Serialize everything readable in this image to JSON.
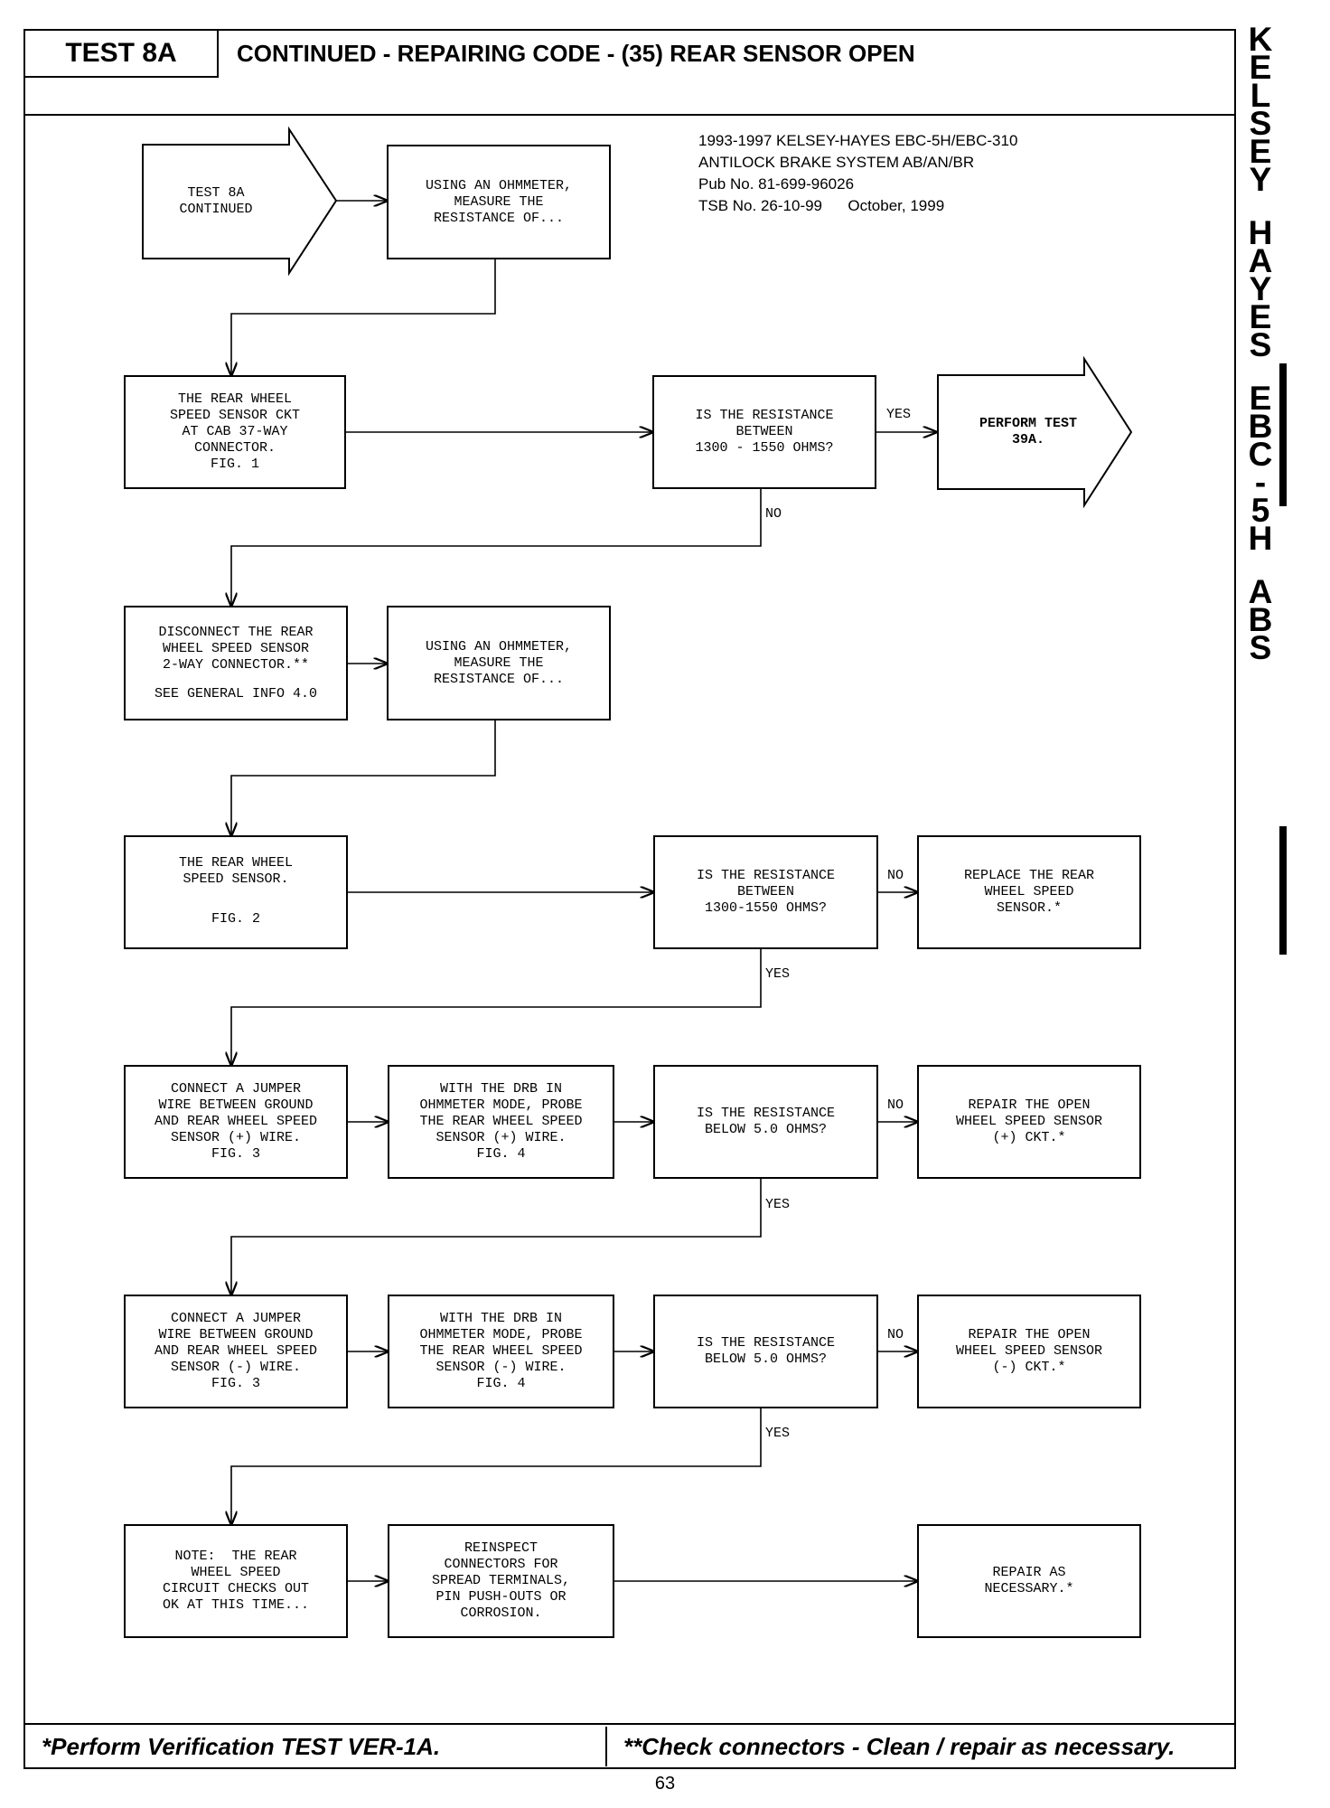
{
  "header": {
    "test_label": "TEST 8A",
    "title": "CONTINUED - REPAIRING CODE - (35) REAR SENSOR OPEN"
  },
  "pub_info": {
    "line1": "1993-1997 KELSEY-HAYES EBC-5H/EBC-310",
    "line2": "ANTILOCK BRAKE SYSTEM AB/AN/BR",
    "line3": "Pub No. 81-699-96026",
    "line4": "TSB No. 26-10-99      October, 1999"
  },
  "sidebar_letters": [
    "K",
    "E",
    "L",
    "S",
    "E",
    "Y",
    "",
    "H",
    "A",
    "Y",
    "E",
    "S",
    "",
    "E",
    "B",
    "C",
    "-",
    "5",
    "H",
    "",
    "A",
    "B",
    "S"
  ],
  "flow": {
    "start": "TEST 8A\nCONTINUED",
    "measure1": "USING AN OHMMETER,\nMEASURE THE\nRESISTANCE OF...",
    "ckt_box": "THE REAR WHEEL\nSPEED SENSOR CKT\nAT CAB 37-WAY\nCONNECTOR.\nFIG. 1",
    "question1": "IS THE RESISTANCE\nBETWEEN\n1300 - 1550 OHMS?",
    "yes1": "YES",
    "perform": "PERFORM TEST\n39A.",
    "no1": "NO",
    "disconnect": "DISCONNECT THE REAR\nWHEEL SPEED SENSOR\n2-WAY CONNECTOR.**",
    "disconnect_sub": "SEE GENERAL INFO 4.0",
    "measure2": "USING AN OHMMETER,\nMEASURE THE\nRESISTANCE OF...",
    "sensor_box": "THE REAR WHEEL\nSPEED SENSOR.",
    "sensor_fig": "FIG. 2",
    "question2": "IS THE RESISTANCE\nBETWEEN\n1300-1550 OHMS?",
    "no2": "NO",
    "replace": "REPLACE THE REAR\nWHEEL SPEED\nSENSOR.*",
    "yes2": "YES",
    "jumper_pos": "CONNECT A JUMPER\nWIRE BETWEEN GROUND\nAND REAR WHEEL SPEED\nSENSOR (+) WIRE.\nFIG. 3",
    "drb_pos": "WITH THE DRB IN\nOHMMETER MODE, PROBE\nTHE REAR WHEEL SPEED\nSENSOR (+) WIRE.\nFIG. 4",
    "question3": "IS THE RESISTANCE\nBELOW 5.0 OHMS?",
    "no3": "NO",
    "repair_pos": "REPAIR THE OPEN\nWHEEL SPEED SENSOR\n(+) CKT.*",
    "yes3": "YES",
    "jumper_neg": "CONNECT A JUMPER\nWIRE BETWEEN GROUND\nAND REAR WHEEL SPEED\nSENSOR (-) WIRE.\nFIG. 3",
    "drb_neg": "WITH THE DRB IN\nOHMMETER MODE, PROBE\nTHE REAR WHEEL SPEED\nSENSOR (-) WIRE.\nFIG. 4",
    "question4": "IS THE RESISTANCE\nBELOW 5.0 OHMS?",
    "no4": "NO",
    "repair_neg": "REPAIR THE OPEN\nWHEEL SPEED SENSOR\n(-) CKT.*",
    "yes4": "YES",
    "note": "NOTE:  THE REAR\nWHEEL SPEED\nCIRCUIT CHECKS OUT\nOK AT THIS TIME...",
    "reinspect": "REINSPECT\nCONNECTORS FOR\nSPREAD TERMINALS,\nPIN PUSH-OUTS OR\nCORROSION.",
    "repair_as": "REPAIR AS\nNECESSARY.*"
  },
  "footer": {
    "left": "*Perform Verification TEST VER-1A.",
    "right": "**Check connectors - Clean / repair as necessary.",
    "page_number": "63"
  }
}
